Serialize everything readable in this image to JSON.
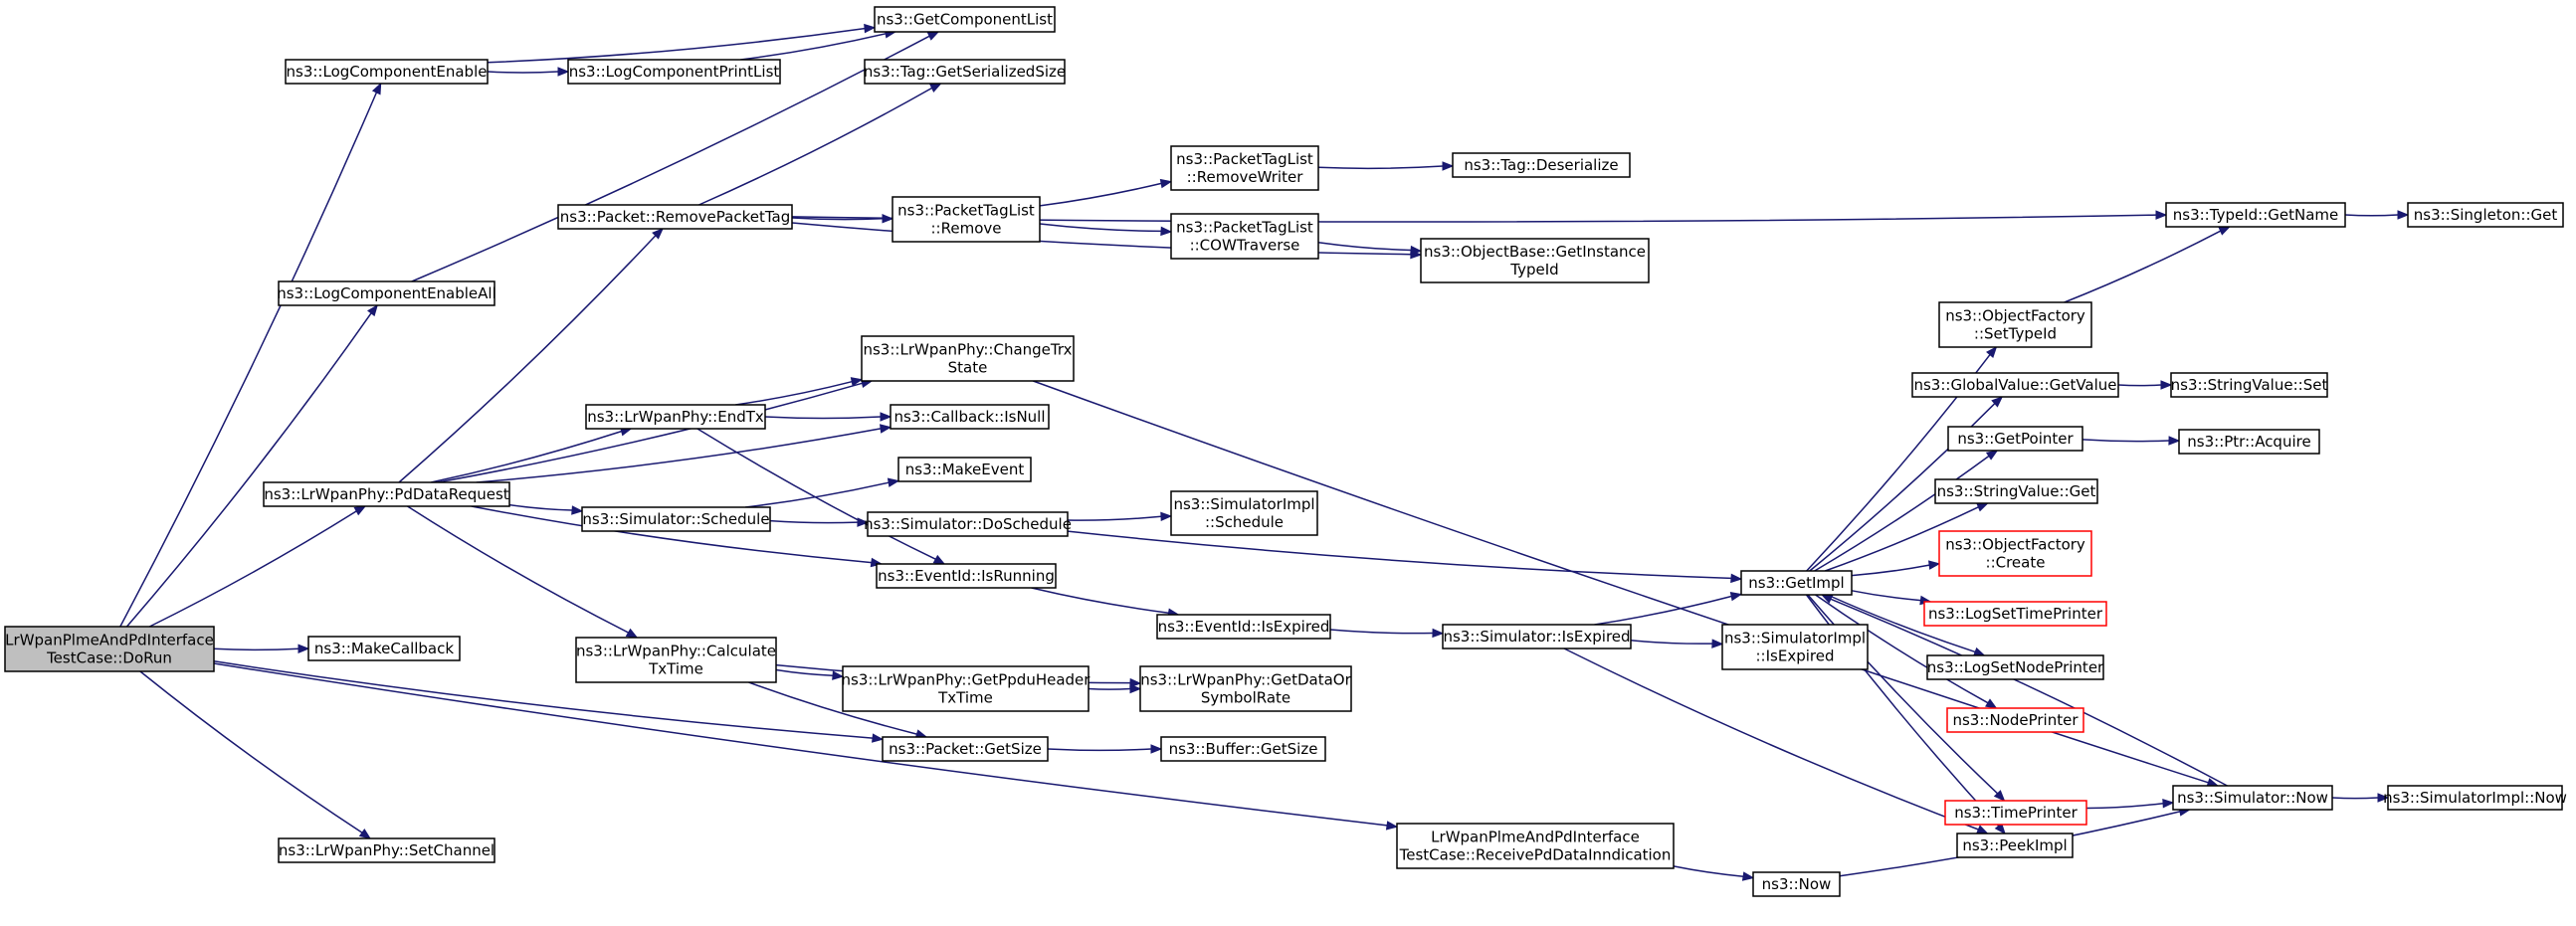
{
  "graph": {
    "nodes": {
      "root": {
        "lines": [
          "LrWpanPlmeAndPdInterface",
          "TestCase::DoRun"
        ],
        "color": "root"
      },
      "logCompEnable": {
        "lines": [
          "ns3::LogComponentEnable"
        ]
      },
      "getCompList": {
        "lines": [
          "ns3::GetComponentList"
        ]
      },
      "logCompPrintList": {
        "lines": [
          "ns3::LogComponentPrintList"
        ]
      },
      "tagGetSerSize": {
        "lines": [
          "ns3::Tag::GetSerializedSize"
        ]
      },
      "logCompEnableAll": {
        "lines": [
          "ns3::LogComponentEnableAll"
        ]
      },
      "removePacketTag": {
        "lines": [
          "ns3::Packet::RemovePacketTag"
        ]
      },
      "ptlRemove": {
        "lines": [
          "ns3::PacketTagList",
          "::Remove"
        ]
      },
      "ptlRemoveWriter": {
        "lines": [
          "ns3::PacketTagList",
          "::RemoveWriter"
        ]
      },
      "tagDeserialize": {
        "lines": [
          "ns3::Tag::Deserialize"
        ]
      },
      "ptlCowTraverse": {
        "lines": [
          "ns3::PacketTagList",
          "::COWTraverse"
        ]
      },
      "objBaseGetTid": {
        "lines": [
          "ns3::ObjectBase::GetInstance",
          "TypeId"
        ]
      },
      "typeIdGetName": {
        "lines": [
          "ns3::TypeId::GetName"
        ]
      },
      "singletonGet": {
        "lines": [
          "ns3::Singleton::Get"
        ]
      },
      "pdDataRequest": {
        "lines": [
          "ns3::LrWpanPhy::PdDataRequest"
        ]
      },
      "changeTrx": {
        "lines": [
          "ns3::LrWpanPhy::ChangeTrx",
          "State"
        ]
      },
      "endTx": {
        "lines": [
          "ns3::LrWpanPhy::EndTx"
        ]
      },
      "cbIsNull": {
        "lines": [
          "ns3::Callback::IsNull"
        ]
      },
      "makeEvent": {
        "lines": [
          "ns3::MakeEvent"
        ]
      },
      "simSchedule": {
        "lines": [
          "ns3::Simulator::Schedule"
        ]
      },
      "simDoSchedule": {
        "lines": [
          "ns3::Simulator::DoSchedule"
        ]
      },
      "simImplSchedule": {
        "lines": [
          "ns3::SimulatorImpl",
          "::Schedule"
        ]
      },
      "evIsRunning": {
        "lines": [
          "ns3::EventId::IsRunning"
        ]
      },
      "evIsExpired": {
        "lines": [
          "ns3::EventId::IsExpired"
        ]
      },
      "simIsExpired": {
        "lines": [
          "ns3::Simulator::IsExpired"
        ]
      },
      "simImplIsExpired": {
        "lines": [
          "ns3::SimulatorImpl",
          "::IsExpired"
        ]
      },
      "calcTxTime": {
        "lines": [
          "ns3::LrWpanPhy::Calculate",
          "TxTime"
        ]
      },
      "getPpdu": {
        "lines": [
          "ns3::LrWpanPhy::GetPpduHeader",
          "TxTime"
        ]
      },
      "getDataRate": {
        "lines": [
          "ns3::LrWpanPhy::GetDataOr",
          "SymbolRate"
        ]
      },
      "makeCallback": {
        "lines": [
          "ns3::MakeCallback"
        ]
      },
      "pktGetSize": {
        "lines": [
          "ns3::Packet::GetSize"
        ]
      },
      "bufGetSize": {
        "lines": [
          "ns3::Buffer::GetSize"
        ]
      },
      "setChannel": {
        "lines": [
          "ns3::LrWpanPhy::SetChannel"
        ]
      },
      "recvPdData": {
        "lines": [
          "LrWpanPlmeAndPdInterface",
          "TestCase::ReceivePdDataInndication"
        ]
      },
      "now": {
        "lines": [
          "ns3::Now"
        ]
      },
      "getImpl": {
        "lines": [
          "ns3::GetImpl"
        ]
      },
      "objFactSetTid": {
        "lines": [
          "ns3::ObjectFactory",
          "::SetTypeId"
        ]
      },
      "gvGetValue": {
        "lines": [
          "ns3::GlobalValue::GetValue"
        ]
      },
      "strValSet": {
        "lines": [
          "ns3::StringValue::Set"
        ]
      },
      "getPointer": {
        "lines": [
          "ns3::GetPointer"
        ]
      },
      "ptrAcquire": {
        "lines": [
          "ns3::Ptr::Acquire"
        ]
      },
      "strValGet": {
        "lines": [
          "ns3::StringValue::Get"
        ]
      },
      "objFactCreate": {
        "lines": [
          "ns3::ObjectFactory",
          "::Create"
        ],
        "color": "red"
      },
      "logSetTimePrinter": {
        "lines": [
          "ns3::LogSetTimePrinter"
        ],
        "color": "red"
      },
      "logSetNodePrinter": {
        "lines": [
          "ns3::LogSetNodePrinter"
        ]
      },
      "nodePrinter": {
        "lines": [
          "ns3::NodePrinter"
        ],
        "color": "red"
      },
      "timePrinter": {
        "lines": [
          "ns3::TimePrinter"
        ],
        "color": "red"
      },
      "peekImpl": {
        "lines": [
          "ns3::PeekImpl"
        ]
      },
      "simNow": {
        "lines": [
          "ns3::Simulator::Now"
        ]
      },
      "simImplNow": {
        "lines": [
          "ns3::SimulatorImpl::Now"
        ]
      }
    },
    "edges": [
      [
        "root",
        "logCompEnable"
      ],
      [
        "root",
        "logCompEnableAll"
      ],
      [
        "root",
        "pdDataRequest"
      ],
      [
        "root",
        "makeCallback"
      ],
      [
        "root",
        "pktGetSize"
      ],
      [
        "root",
        "setChannel"
      ],
      [
        "root",
        "recvPdData"
      ],
      [
        "logCompEnable",
        "getCompList"
      ],
      [
        "logCompEnable",
        "logCompPrintList"
      ],
      [
        "logCompPrintList",
        "getCompList"
      ],
      [
        "logCompEnableAll",
        "getCompList"
      ],
      [
        "pdDataRequest",
        "removePacketTag"
      ],
      [
        "pdDataRequest",
        "changeTrx"
      ],
      [
        "pdDataRequest",
        "endTx"
      ],
      [
        "pdDataRequest",
        "cbIsNull"
      ],
      [
        "pdDataRequest",
        "simSchedule"
      ],
      [
        "pdDataRequest",
        "evIsRunning"
      ],
      [
        "pdDataRequest",
        "calcTxTime"
      ],
      [
        "removePacketTag",
        "tagGetSerSize"
      ],
      [
        "removePacketTag",
        "ptlRemove"
      ],
      [
        "removePacketTag",
        "typeIdGetName"
      ],
      [
        "removePacketTag",
        "objBaseGetTid"
      ],
      [
        "ptlRemove",
        "ptlRemoveWriter"
      ],
      [
        "ptlRemove",
        "ptlCowTraverse"
      ],
      [
        "ptlRemoveWriter",
        "tagDeserialize"
      ],
      [
        "ptlCowTraverse",
        "objBaseGetTid"
      ],
      [
        "typeIdGetName",
        "singletonGet"
      ],
      [
        "changeTrx",
        "simNow"
      ],
      [
        "endTx",
        "changeTrx"
      ],
      [
        "endTx",
        "cbIsNull"
      ],
      [
        "endTx",
        "evIsRunning"
      ],
      [
        "simSchedule",
        "makeEvent"
      ],
      [
        "simSchedule",
        "simDoSchedule"
      ],
      [
        "simDoSchedule",
        "simImplSchedule"
      ],
      [
        "simDoSchedule",
        "getImpl"
      ],
      [
        "evIsRunning",
        "evIsExpired"
      ],
      [
        "evIsExpired",
        "simIsExpired"
      ],
      [
        "simIsExpired",
        "getImpl"
      ],
      [
        "simIsExpired",
        "simImplIsExpired"
      ],
      [
        "simIsExpired",
        "peekImpl"
      ],
      [
        "calcTxTime",
        "getPpdu"
      ],
      [
        "calcTxTime",
        "getDataRate"
      ],
      [
        "calcTxTime",
        "pktGetSize"
      ],
      [
        "getPpdu",
        "getDataRate"
      ],
      [
        "pktGetSize",
        "bufGetSize"
      ],
      [
        "recvPdData",
        "now"
      ],
      [
        "now",
        "simNow"
      ],
      [
        "getImpl",
        "objFactSetTid"
      ],
      [
        "getImpl",
        "gvGetValue"
      ],
      [
        "getImpl",
        "getPointer"
      ],
      [
        "getImpl",
        "strValGet"
      ],
      [
        "getImpl",
        "objFactCreate"
      ],
      [
        "getImpl",
        "logSetTimePrinter"
      ],
      [
        "getImpl",
        "logSetNodePrinter"
      ],
      [
        "getImpl",
        "nodePrinter"
      ],
      [
        "getImpl",
        "timePrinter"
      ],
      [
        "getImpl",
        "peekImpl"
      ],
      [
        "objFactSetTid",
        "typeIdGetName"
      ],
      [
        "gvGetValue",
        "strValSet"
      ],
      [
        "getPointer",
        "ptrAcquire"
      ],
      [
        "timePrinter",
        "simNow"
      ],
      [
        "simNow",
        "getImpl"
      ],
      [
        "simNow",
        "simImplNow"
      ]
    ]
  }
}
